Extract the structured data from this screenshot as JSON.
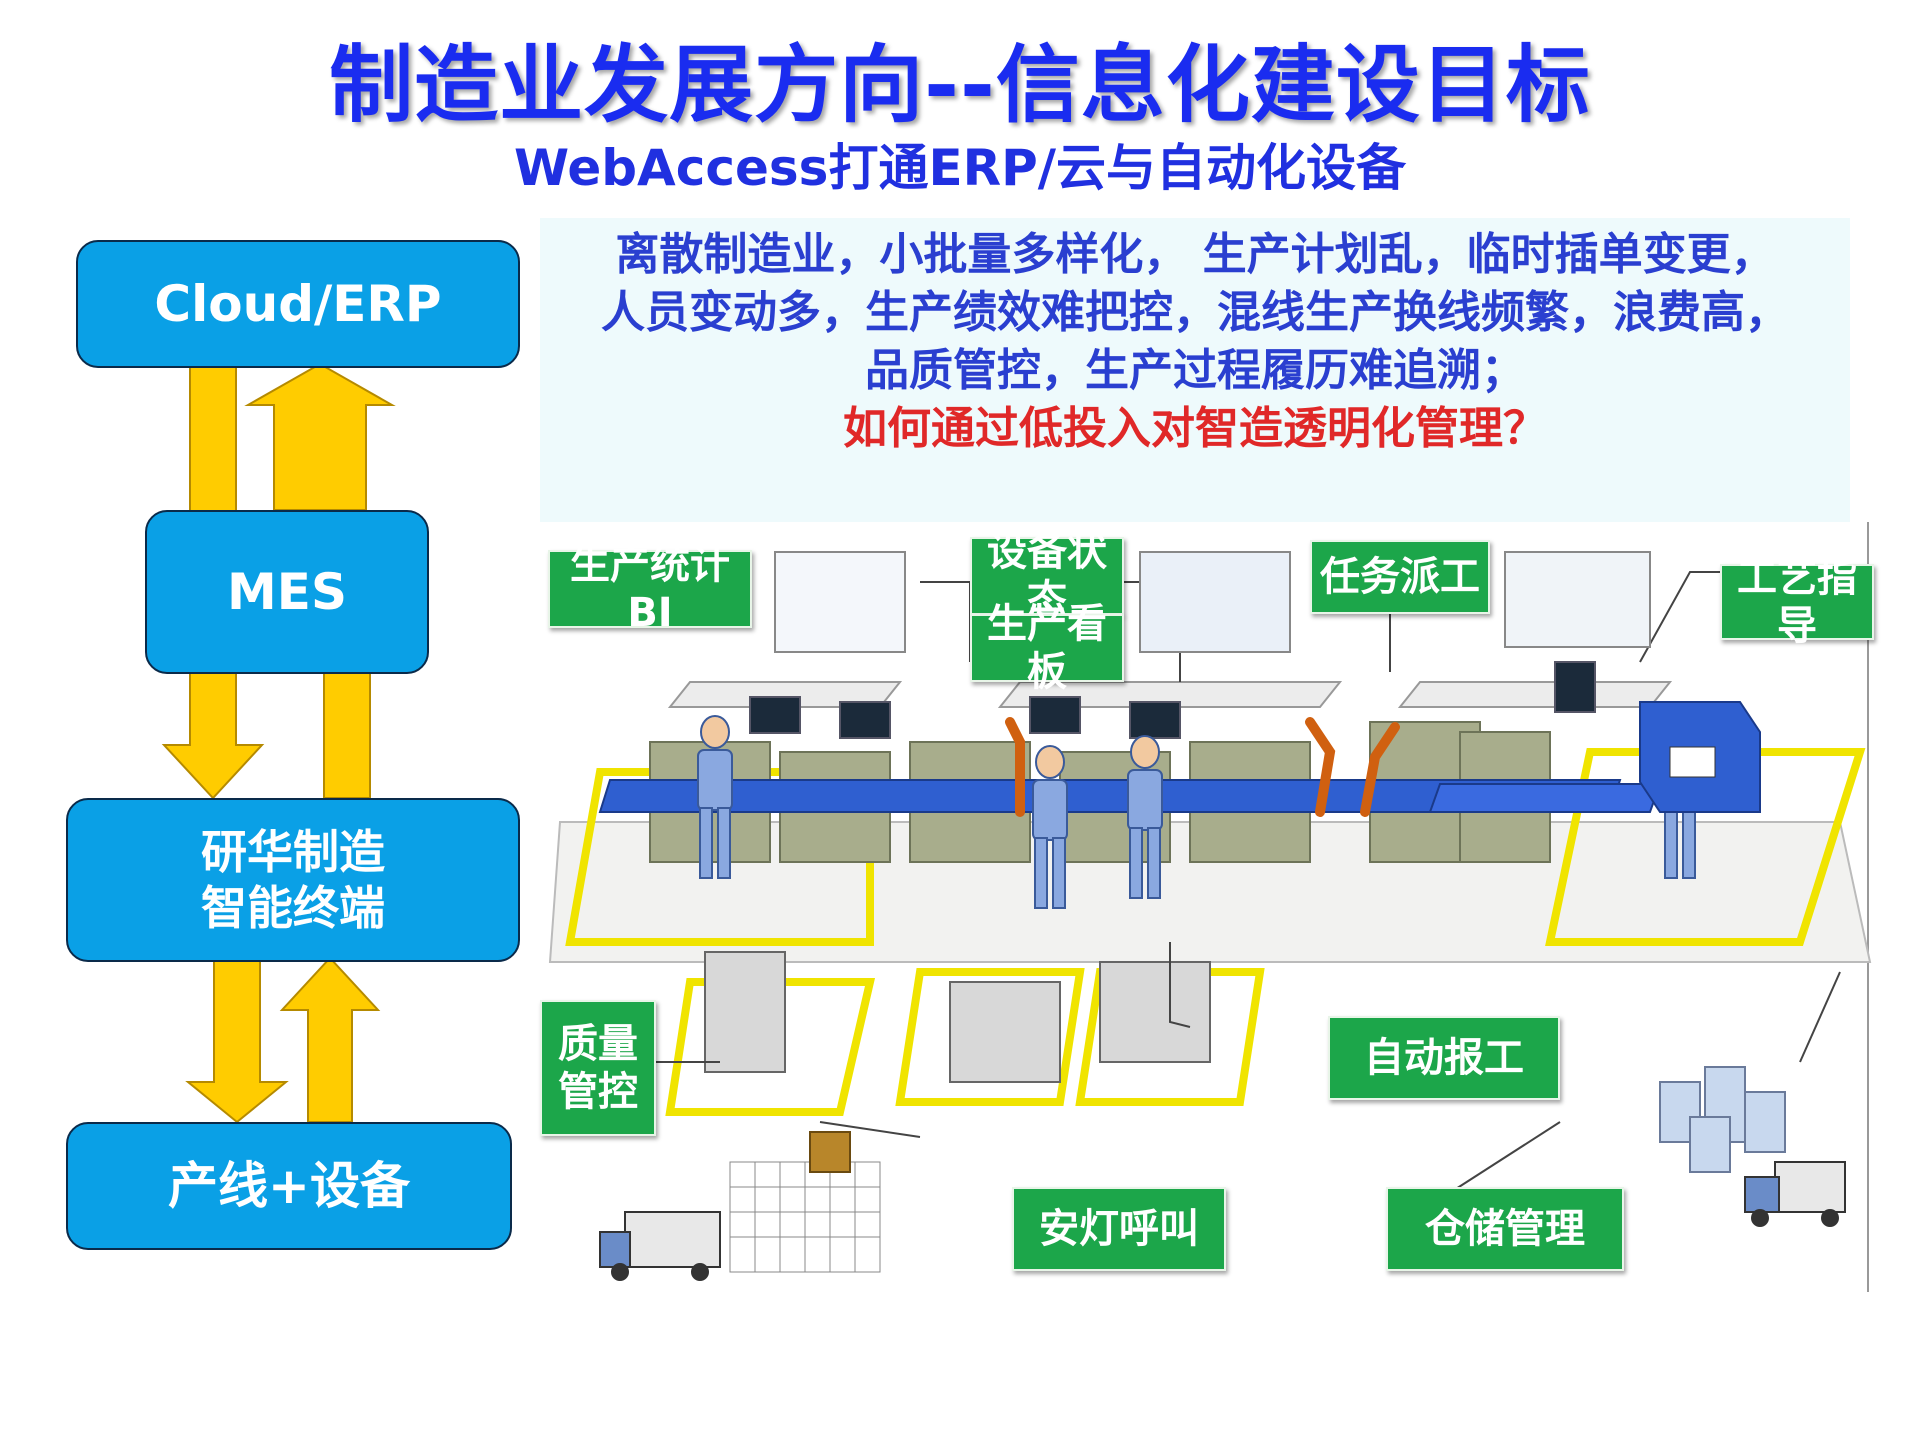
{
  "title": "制造业发展方向--信息化建设目标",
  "subtitle": "WebAccess打通ERP/云与自动化设备",
  "flow": {
    "cloud": "Cloud/ERP",
    "mes": "MES",
    "terminal": "研华制造\n智能终端",
    "line": "产线+设备"
  },
  "problem": {
    "line1": "离散制造业，小批量多样化， 生产计划乱，临时插单变更，",
    "line2": "人员变动多，生产绩效难把控，混线生产换线频繁，浪费高，",
    "line3": "品质管控，生产过程履历难追溯；",
    "question": "如何通过低投入对智造透明化管理？"
  },
  "factory_tags": {
    "bi": "生产统计BI",
    "device_status": "设备状态",
    "kanban": "生产看板",
    "dispatch": "任务派工",
    "process": "工艺指导",
    "quality": "质量\n管控",
    "auto_report": "自动报工",
    "andon": "安灯呼叫",
    "warehouse": "仓储管理"
  },
  "colors": {
    "title": "#1a2cf0",
    "box_fill": "#0aa0e6",
    "arrow_fill": "#ffcc00",
    "tag_fill": "#1ca64a",
    "question": "#e02828",
    "floor_outline": "#f0e400"
  }
}
